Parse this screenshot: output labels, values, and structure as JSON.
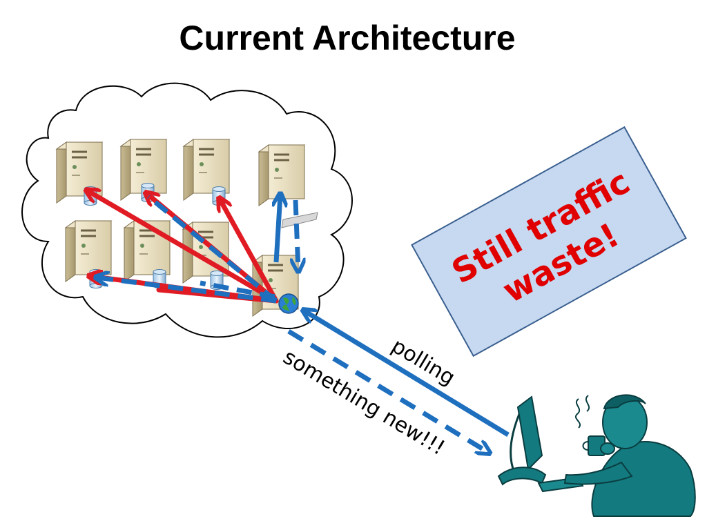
{
  "slide": {
    "title": "Current Architecture"
  },
  "labels": {
    "polling": "polling",
    "response": "something new!!!",
    "callout_line1": "Still traffic",
    "callout_line2": "waste!"
  },
  "icons": {
    "server": "server-tower-icon",
    "database": "database-cylinder-icon",
    "globe": "globe-icon",
    "cloud": "cloud-icon",
    "user": "user-at-computer-with-coffee-icon"
  },
  "colors": {
    "request_arrow": "#e01b24",
    "response_arrow": "#1f6fbf",
    "callout_fill": "#c6d9f1",
    "callout_border": "#3a5f8f",
    "callout_text": "#e00000",
    "person": "#137a7f"
  }
}
